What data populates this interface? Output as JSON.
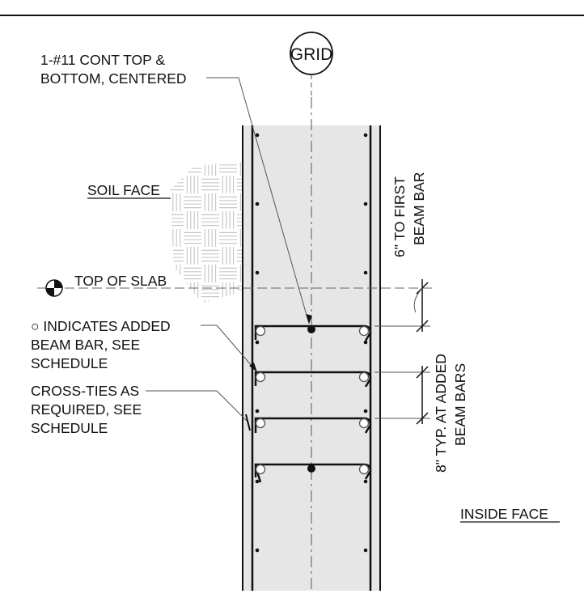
{
  "grid_label": "GRID",
  "labels": {
    "bar_line1": "1-#11 CONT TOP &",
    "bar_line2": "BOTTOM, CENTERED",
    "soil_face": "SOIL FACE",
    "top_of_slab": "TOP OF SLAB",
    "added_line1": "○ INDICATES ADDED",
    "added_line2": "BEAM BAR, SEE",
    "added_line3": "SCHEDULE",
    "ties_line1": "CROSS-TIES AS",
    "ties_line2": "REQUIRED, SEE",
    "ties_line3": "SCHEDULE",
    "first_bar_line1": "6\" TO FIRST",
    "first_bar_line2": "BEAM BAR",
    "typ_line1": "8\" TYP. AT ADDED",
    "typ_line2": "BEAM BARS",
    "inside_face": "INSIDE FACE"
  },
  "colors": {
    "wall_fill": "#e6e6e6",
    "line": "#111111",
    "hatch": "#c8c8c8"
  }
}
